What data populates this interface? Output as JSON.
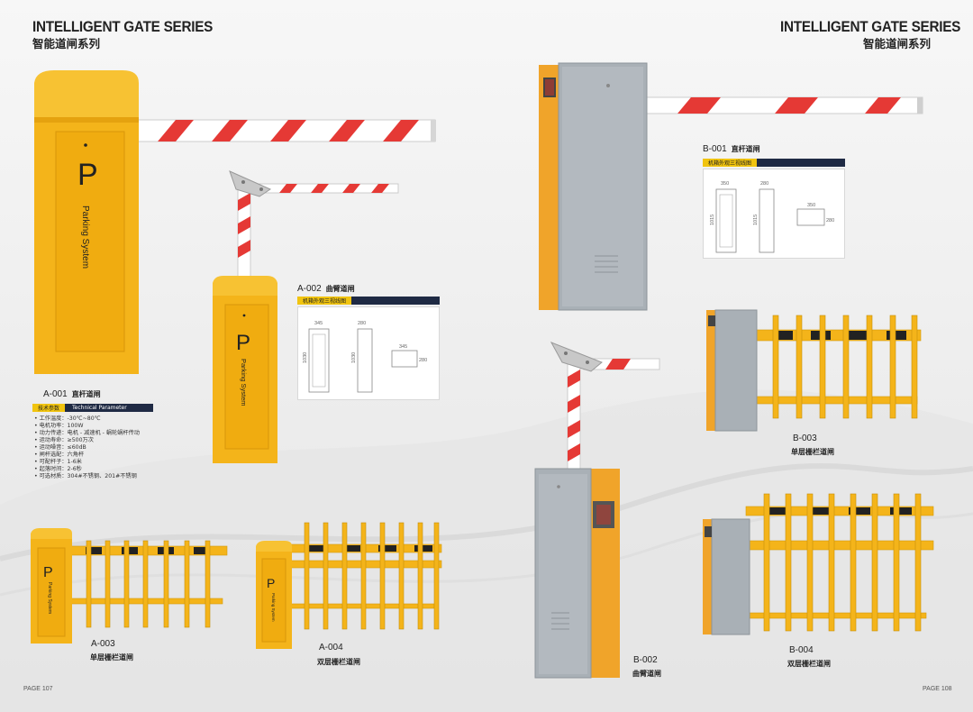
{
  "left_header": {
    "title_en": "INTELLIGENT GATE SERIES",
    "title_cn": "智能道闸系列"
  },
  "right_header": {
    "title_en": "INTELLIGENT GATE SERIES",
    "title_cn": "智能道闸系列"
  },
  "products": {
    "a001": {
      "code": "A-001",
      "name": "直杆道闸",
      "label_left": "技术参数",
      "label_right": "Technical Parameter"
    },
    "a002": {
      "code": "A-002",
      "name": "曲臂道闸",
      "banner": "机箱外观三视线图"
    },
    "a003": {
      "code": "A-003",
      "name": "单层栅栏道闸"
    },
    "a004": {
      "code": "A-004",
      "name": "双层栅栏道闸"
    },
    "b001": {
      "code": "B-001",
      "name": "直杆道闸",
      "banner": "机箱外观三视线图"
    },
    "b002": {
      "code": "B-002",
      "name": "曲臂道闸"
    },
    "b003": {
      "code": "B-003",
      "name": "单层栅栏道闸"
    },
    "b004": {
      "code": "B-004",
      "name": "双层栅栏道闸"
    }
  },
  "specs": [
    "工作温度：-30℃~80℃",
    "电机功率：100W",
    "动力传递：电机 - 减速机 - 蜗轮蜗杆传动",
    "运动寿命：≥500万次",
    "运动噪音：≤60dB",
    "闸杆选配：六角杆",
    "可配杆子：1-6米",
    "起落时间：2-6秒",
    "可选材质：304#不锈钢、201#不锈钢"
  ],
  "cabinet_text": {
    "letter": "P",
    "label": "Parking System"
  },
  "dims_a002": {
    "w": "345",
    "d": "280",
    "h": "1030",
    "top_w": "345",
    "top_d": "280"
  },
  "dims_b001": {
    "w": "350",
    "d": "280",
    "h": "1015",
    "top_w": "350",
    "top_d": "280"
  },
  "footer": {
    "left_page": "PAGE 107",
    "right_page": "PAGE 108"
  },
  "colors": {
    "cabinet_yellow": "#f4b41a",
    "cabinet_gray": "#a9b0b6",
    "boom_red": "#e53935",
    "banner_navy": "#1f2a44",
    "banner_yellow": "#f1c40f"
  }
}
